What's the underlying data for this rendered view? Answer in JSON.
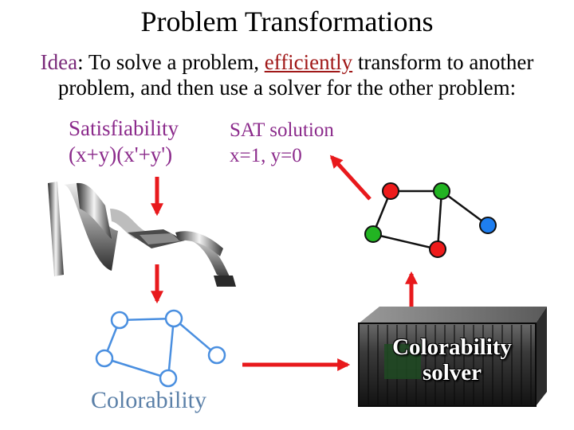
{
  "title": "Problem Transformations",
  "idea": {
    "label": "Idea",
    "text_1": ": To solve a problem, ",
    "emphasis": "efficiently",
    "text_2": " transform to another problem, and then use a solver for the other problem:"
  },
  "sat_problem": {
    "line1": "Satisfiability",
    "line2": "(x+y)(x'+y')"
  },
  "sat_solution": {
    "line1": "SAT solution",
    "line2": "x=1, y=0"
  },
  "colorability_label": "Colorability",
  "solver_label": {
    "line1": "Colorability",
    "line2": "solver"
  },
  "colors": {
    "arrow": "#e8191c",
    "node_red": "#ee1b1b",
    "node_green": "#22b422",
    "node_blue": "#1e7ef0",
    "plain_graph": "#4a8fe0",
    "label_purple": "#8b2a8b",
    "idea_label": "#7a2a7a",
    "emphasis": "#a01818"
  }
}
